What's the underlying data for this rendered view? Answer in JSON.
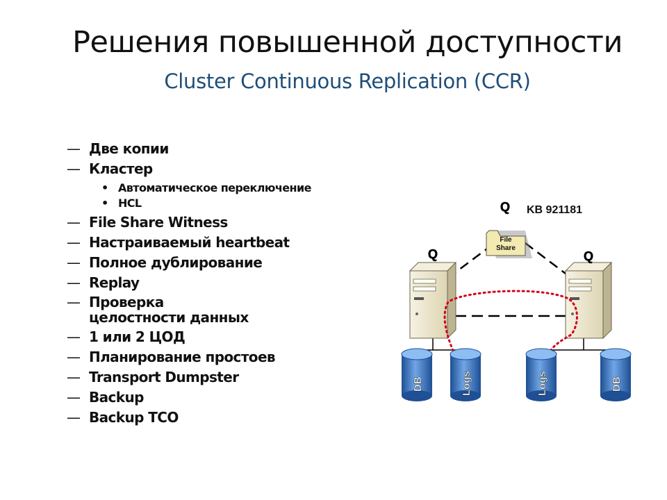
{
  "slide": {
    "title": "Решения повышенной доступности",
    "subtitle": "Cluster Continuous Replication (CCR)"
  },
  "bullets": [
    {
      "text": "Две копии"
    },
    {
      "text": "Кластер",
      "children": [
        "Автоматическое переключение",
        "HCL"
      ]
    },
    {
      "text": "File Share Witness"
    },
    {
      "text": "Настраиваемый heartbeat"
    },
    {
      "text": "Полное дублирование"
    },
    {
      "text": "Replay"
    },
    {
      "text": "Проверка\nцелостности данных"
    },
    {
      "text": "1 или 2 ЦОД"
    },
    {
      "text": "Планирование простоев"
    },
    {
      "text": "Transport Dumpster"
    },
    {
      "text": "Backup"
    },
    {
      "text": "Backup TCO"
    }
  ],
  "diagram": {
    "quorum_label": "Q",
    "kb_label": "KB 921181",
    "file_share_label": [
      "File",
      "Share"
    ],
    "db_label": "DB",
    "logs_label": "Logs",
    "colors": {
      "server": "#ece6cc",
      "disk": "#3b77c2",
      "replication": "#d0021b"
    }
  }
}
